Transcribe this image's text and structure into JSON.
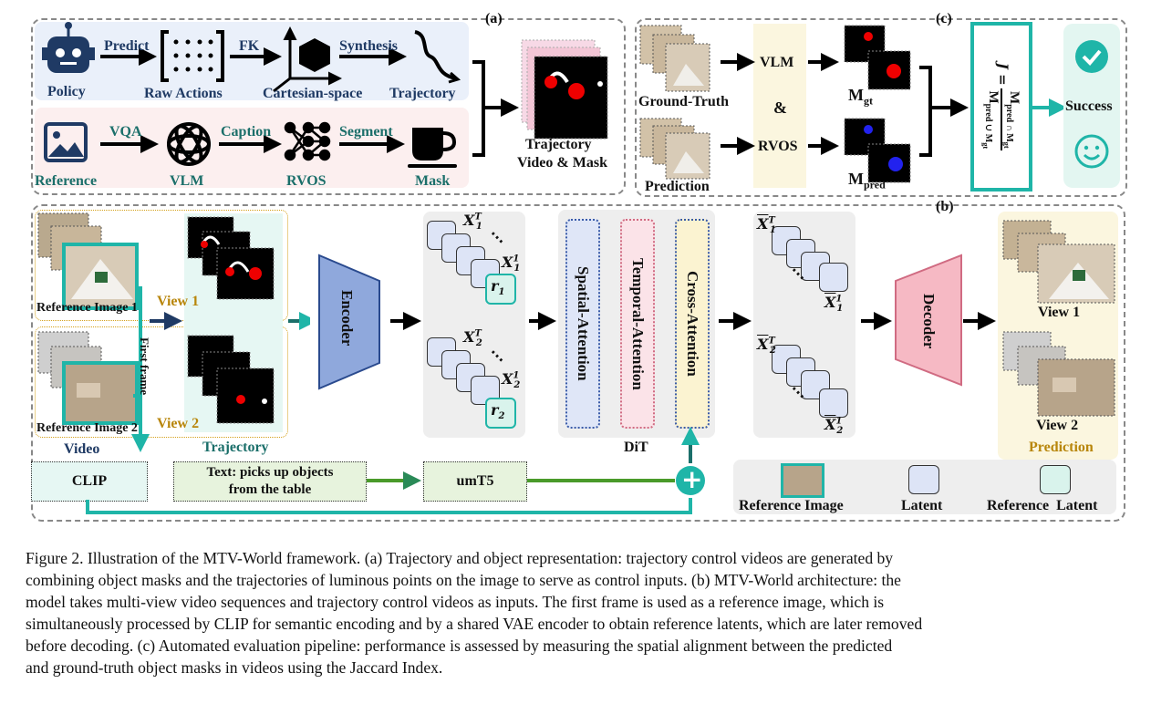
{
  "panel_a": {
    "tag": "(a)",
    "steps_top": [
      "Predict",
      "FK",
      "Synthesis"
    ],
    "nodes_top": [
      "Policy",
      "Raw Actions",
      "Cartesian-space",
      "Trajectory"
    ],
    "steps_bottom": [
      "VQA",
      "Caption",
      "Segment"
    ],
    "nodes_bottom": [
      "Reference",
      "VLM",
      "RVOS",
      "Mask"
    ],
    "output_line1": "Trajectory",
    "output_line2": "Video & Mask"
  },
  "panel_c": {
    "tag": "(c)",
    "gt_label": "Ground-Truth",
    "pred_label": "Prediction",
    "vlm": "VLM",
    "amp": "&",
    "rvos": "RVOS",
    "m_gt": "M",
    "m_gt_sub": "gt",
    "m_pred": "M",
    "m_pred_sub": "pred",
    "formula_num": "M",
    "formula_num_sub": "pred ∩ M",
    "formula_num_sub2": "gt",
    "formula_den": "M",
    "formula_den_sub": "pred ∪ M",
    "formula_den_sub2": "gt",
    "formula_lhs": "J =",
    "success": "Success",
    "check_icon": "check-circle-icon",
    "smile_icon": "smiley-icon"
  },
  "panel_b": {
    "tag": "(b)",
    "ref_img1": "Reference Image 1",
    "ref_img2": "Reference Image 2",
    "video": "Video",
    "first_frame": "First frame",
    "view1": "View 1",
    "view2": "View 2",
    "trajectory": "Trajectory",
    "encoder": "Encoder",
    "latent_top_T": "X",
    "latent_top_T_sup": "T",
    "latent_top_T_sub": "1",
    "latent_top_1_sup": "1",
    "latent_top_1_sub": "1",
    "r1": "r",
    "r1_sub": "1",
    "latent_bot_T_sub": "2",
    "r2_sub": "2",
    "dots": "⋯",
    "spatial": "Spatial-Attention",
    "temporal": "Temporal-Attention",
    "cross": "Cross-Attention",
    "dit": "DiT",
    "decoder": "Decoder",
    "pred_view1": "View 1",
    "pred_view2": "View 2",
    "prediction": "Prediction",
    "clip": "CLIP",
    "text_line1": "Text: picks up objects",
    "text_line2": "from the table",
    "umt5": "umT5",
    "plus": "+",
    "legend": [
      "Reference Image",
      "Latent",
      "Reference  Latent"
    ]
  },
  "caption_lines": [
    "Figure 2. Illustration of the MTV-World framework. (a) Trajectory and object representation: trajectory control videos are generated by",
    "combining object masks and the trajectories of luminous points on the image to serve as control inputs. (b) MTV-World architecture: the",
    "model takes multi-view video sequences and trajectory control videos as inputs. The first frame is used as a reference image, which is",
    "simultaneously processed by CLIP for semantic encoding and by a shared VAE encoder to obtain reference latents, which are later removed",
    "before decoding. (c) Automated evaluation pipeline: performance is assessed by measuring the spatial alignment between the predicted",
    "and ground-truth object masks in videos using the Jaccard Index."
  ],
  "colors": {
    "teal": "#1fb5a8",
    "navy": "#1f3a64",
    "olive": "#b8860b",
    "latent": "#dde4f6",
    "ref_latent": "#d9f3ec",
    "encoder": "#8fa8dc",
    "decoder": "#f6b9c4"
  }
}
